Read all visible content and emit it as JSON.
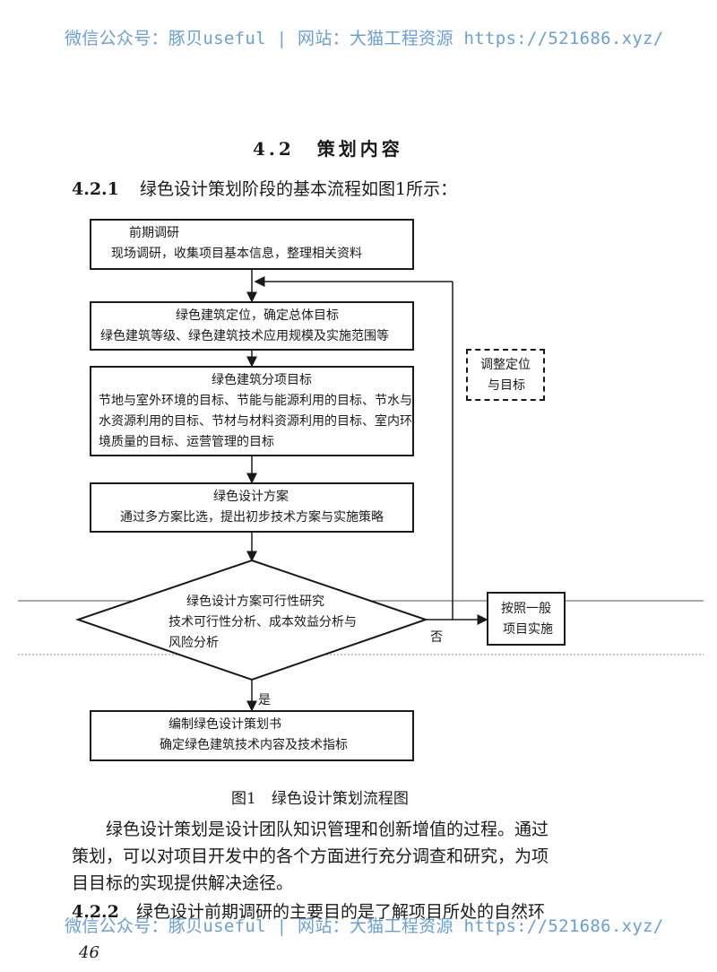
{
  "watermark": {
    "top": "微信公众号：豚贝useful | 网站：大猫工程资源 https://521686.xyz/",
    "bottom": "微信公众号：豚贝useful | 网站：大猫工程资源 https://521686.xyz/"
  },
  "section": {
    "number": "4.2",
    "title": "策划内容"
  },
  "clause_421": {
    "number": "4.2.1",
    "text": "绿色设计策划阶段的基本流程如图1所示："
  },
  "flow": {
    "box1": {
      "title": "前期调研",
      "body": "现场调研，收集项目基本信息，整理相关资料"
    },
    "box2": {
      "title": "绿色建筑定位，确定总体目标",
      "body": "绿色建筑等级、绿色建筑技术应用规模及实施范围等"
    },
    "box3": {
      "title": "绿色建筑分项目标",
      "body_lines": [
        "节地与室外环境的目标、节能与能源利用的目标、节水与",
        "水资源利用的目标、节材与材料资源利用的目标、室内环",
        "境质量的目标、运营管理的目标"
      ]
    },
    "box4": {
      "title": "绿色设计方案",
      "body": "通过多方案比选，提出初步技术方案与实施策略"
    },
    "diamond": {
      "lines": [
        "绿色设计方案可行性研究",
        "技术可行性分析、成本效益分析与",
        "风险分析"
      ]
    },
    "box5": {
      "title": "编制绿色设计策划书",
      "body": "确定绿色建筑技术内容及技术指标"
    },
    "adjust_box": {
      "lines": [
        "调整定位",
        "与目标"
      ]
    },
    "general_box": {
      "lines": [
        "按照一般",
        "项目实施"
      ]
    },
    "label_no": "否",
    "label_yes": "是"
  },
  "figure_caption": "图1　绿色设计策划流程图",
  "paragraph": {
    "line1": "绿色设计策划是设计团队知识管理和创新增值的过程。通过",
    "line2": "策划，可以对项目开发中的各个方面进行充分调查和研究，为项",
    "line3": "目目标的实现提供解决途径。"
  },
  "clause_422": {
    "number": "4.2.2",
    "text": "绿色设计前期调研的主要目的是了解项目所处的自然环"
  },
  "page_number": "46"
}
